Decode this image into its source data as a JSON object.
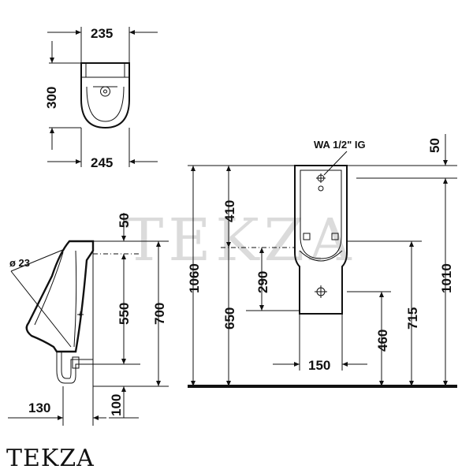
{
  "watermark": "TEKZA",
  "brand_caption": "TEKZA",
  "connection_note": "WA  1/2\" IG",
  "diameter_label": "ø 23",
  "top_view": {
    "width_top": "235",
    "width_bottom": "245",
    "depth": "300"
  },
  "side_view": {
    "offset_top": "50",
    "height_outlet": "550",
    "height_top": "700",
    "height_bottom": "100",
    "projection": "130"
  },
  "front_view": {
    "overall_height": "1060",
    "upper_height": "410",
    "lower_height": "650",
    "bowl_height": "290",
    "outlet_spacing": "150",
    "outlet_height": "460",
    "bowl_rim_height": "715",
    "inlet_offset": "50",
    "inlet_height": "1010"
  },
  "colors": {
    "line": "#111111",
    "watermark": "#bdbdbd",
    "background": "#ffffff"
  }
}
